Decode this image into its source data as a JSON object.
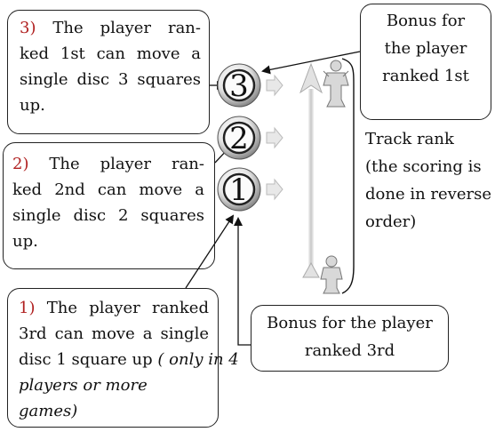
{
  "box3": {
    "num": "3)",
    "lines": [
      "The player ran-",
      "ked 1st can move a",
      "single disc 3 squares",
      "up."
    ]
  },
  "box2": {
    "num": "2)",
    "lines": [
      "The player ran-",
      "ked 2nd can move a",
      "single disc 2 squares",
      "up."
    ]
  },
  "box1": {
    "num": "1)",
    "lines": [
      "The player ranked",
      "3rd can move a single",
      "disc 1 square up",
      "( only in 4",
      "players or more games)"
    ]
  },
  "bonus_top": {
    "lines": [
      "Bonus for",
      "the player",
      "ranked 1st"
    ]
  },
  "bonus_bottom": {
    "lines": [
      "Bonus for the player",
      "ranked 3rd"
    ]
  },
  "track_rank": {
    "lines": [
      "Track rank",
      "(the scoring is",
      "done in reverse",
      "order)"
    ]
  },
  "discs": [
    "3",
    "2",
    "1"
  ],
  "colors": {
    "number_accent": "#b02020",
    "arrow_gray": "#cfcfcf"
  }
}
